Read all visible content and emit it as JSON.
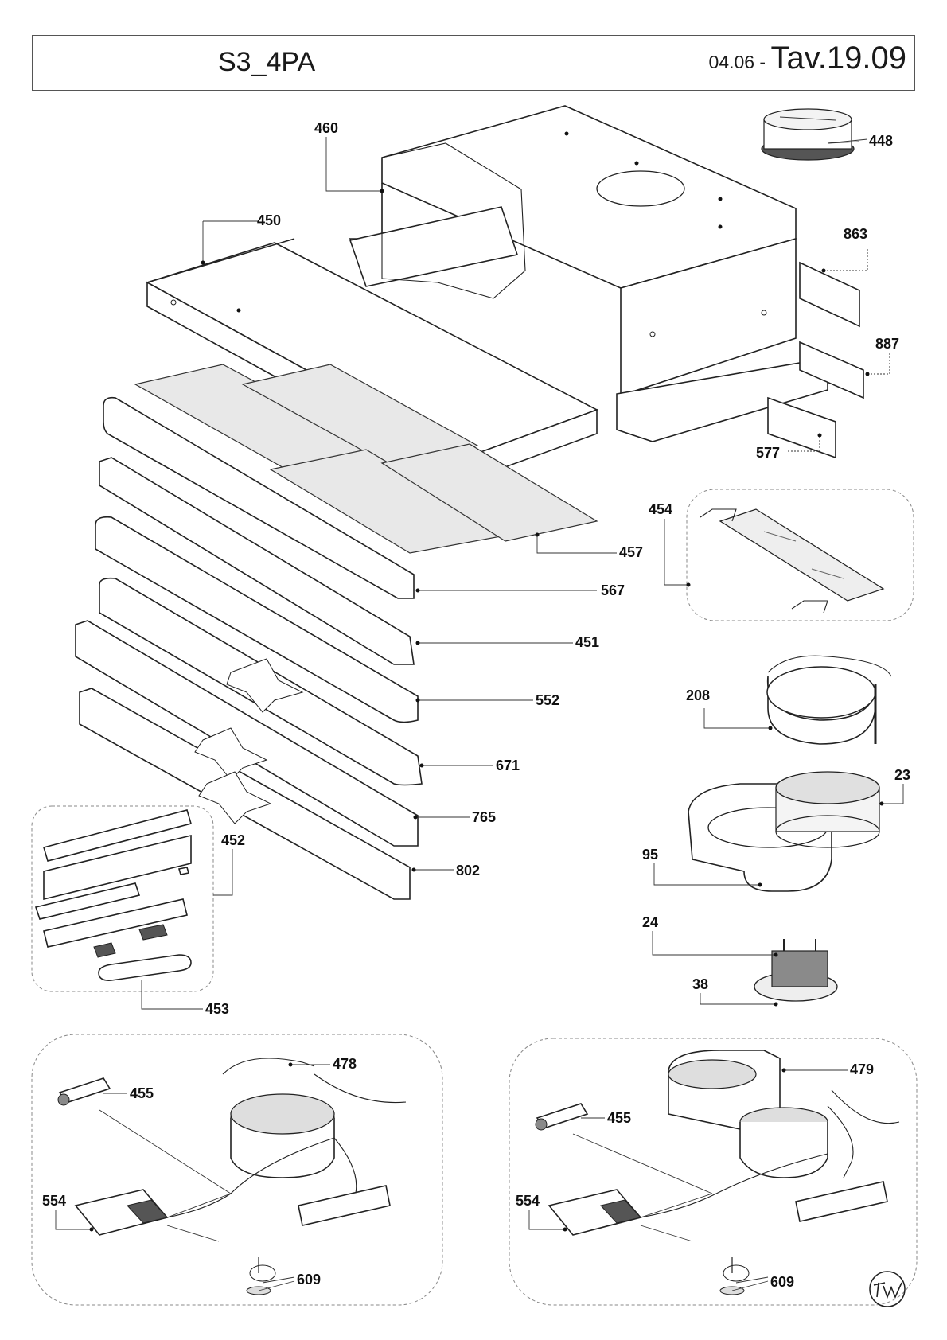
{
  "header": {
    "model": "S3_4PA",
    "date": "04.06",
    "separator": " - ",
    "table": "Tav.19.09"
  },
  "parts": {
    "p460": "460",
    "p448": "448",
    "p450": "450",
    "p863": "863",
    "p887": "887",
    "p577": "577",
    "p454": "454",
    "p457": "457",
    "p567": "567",
    "p451": "451",
    "p552": "552",
    "p208": "208",
    "p671": "671",
    "p23": "23",
    "p765": "765",
    "p452": "452",
    "p95": "95",
    "p802": "802",
    "p24": "24",
    "p38": "38",
    "p453": "453",
    "p478": "478",
    "p479": "479",
    "p455a": "455",
    "p455b": "455",
    "p554a": "554",
    "p554b": "554",
    "p609a": "609",
    "p609b": "609"
  }
}
